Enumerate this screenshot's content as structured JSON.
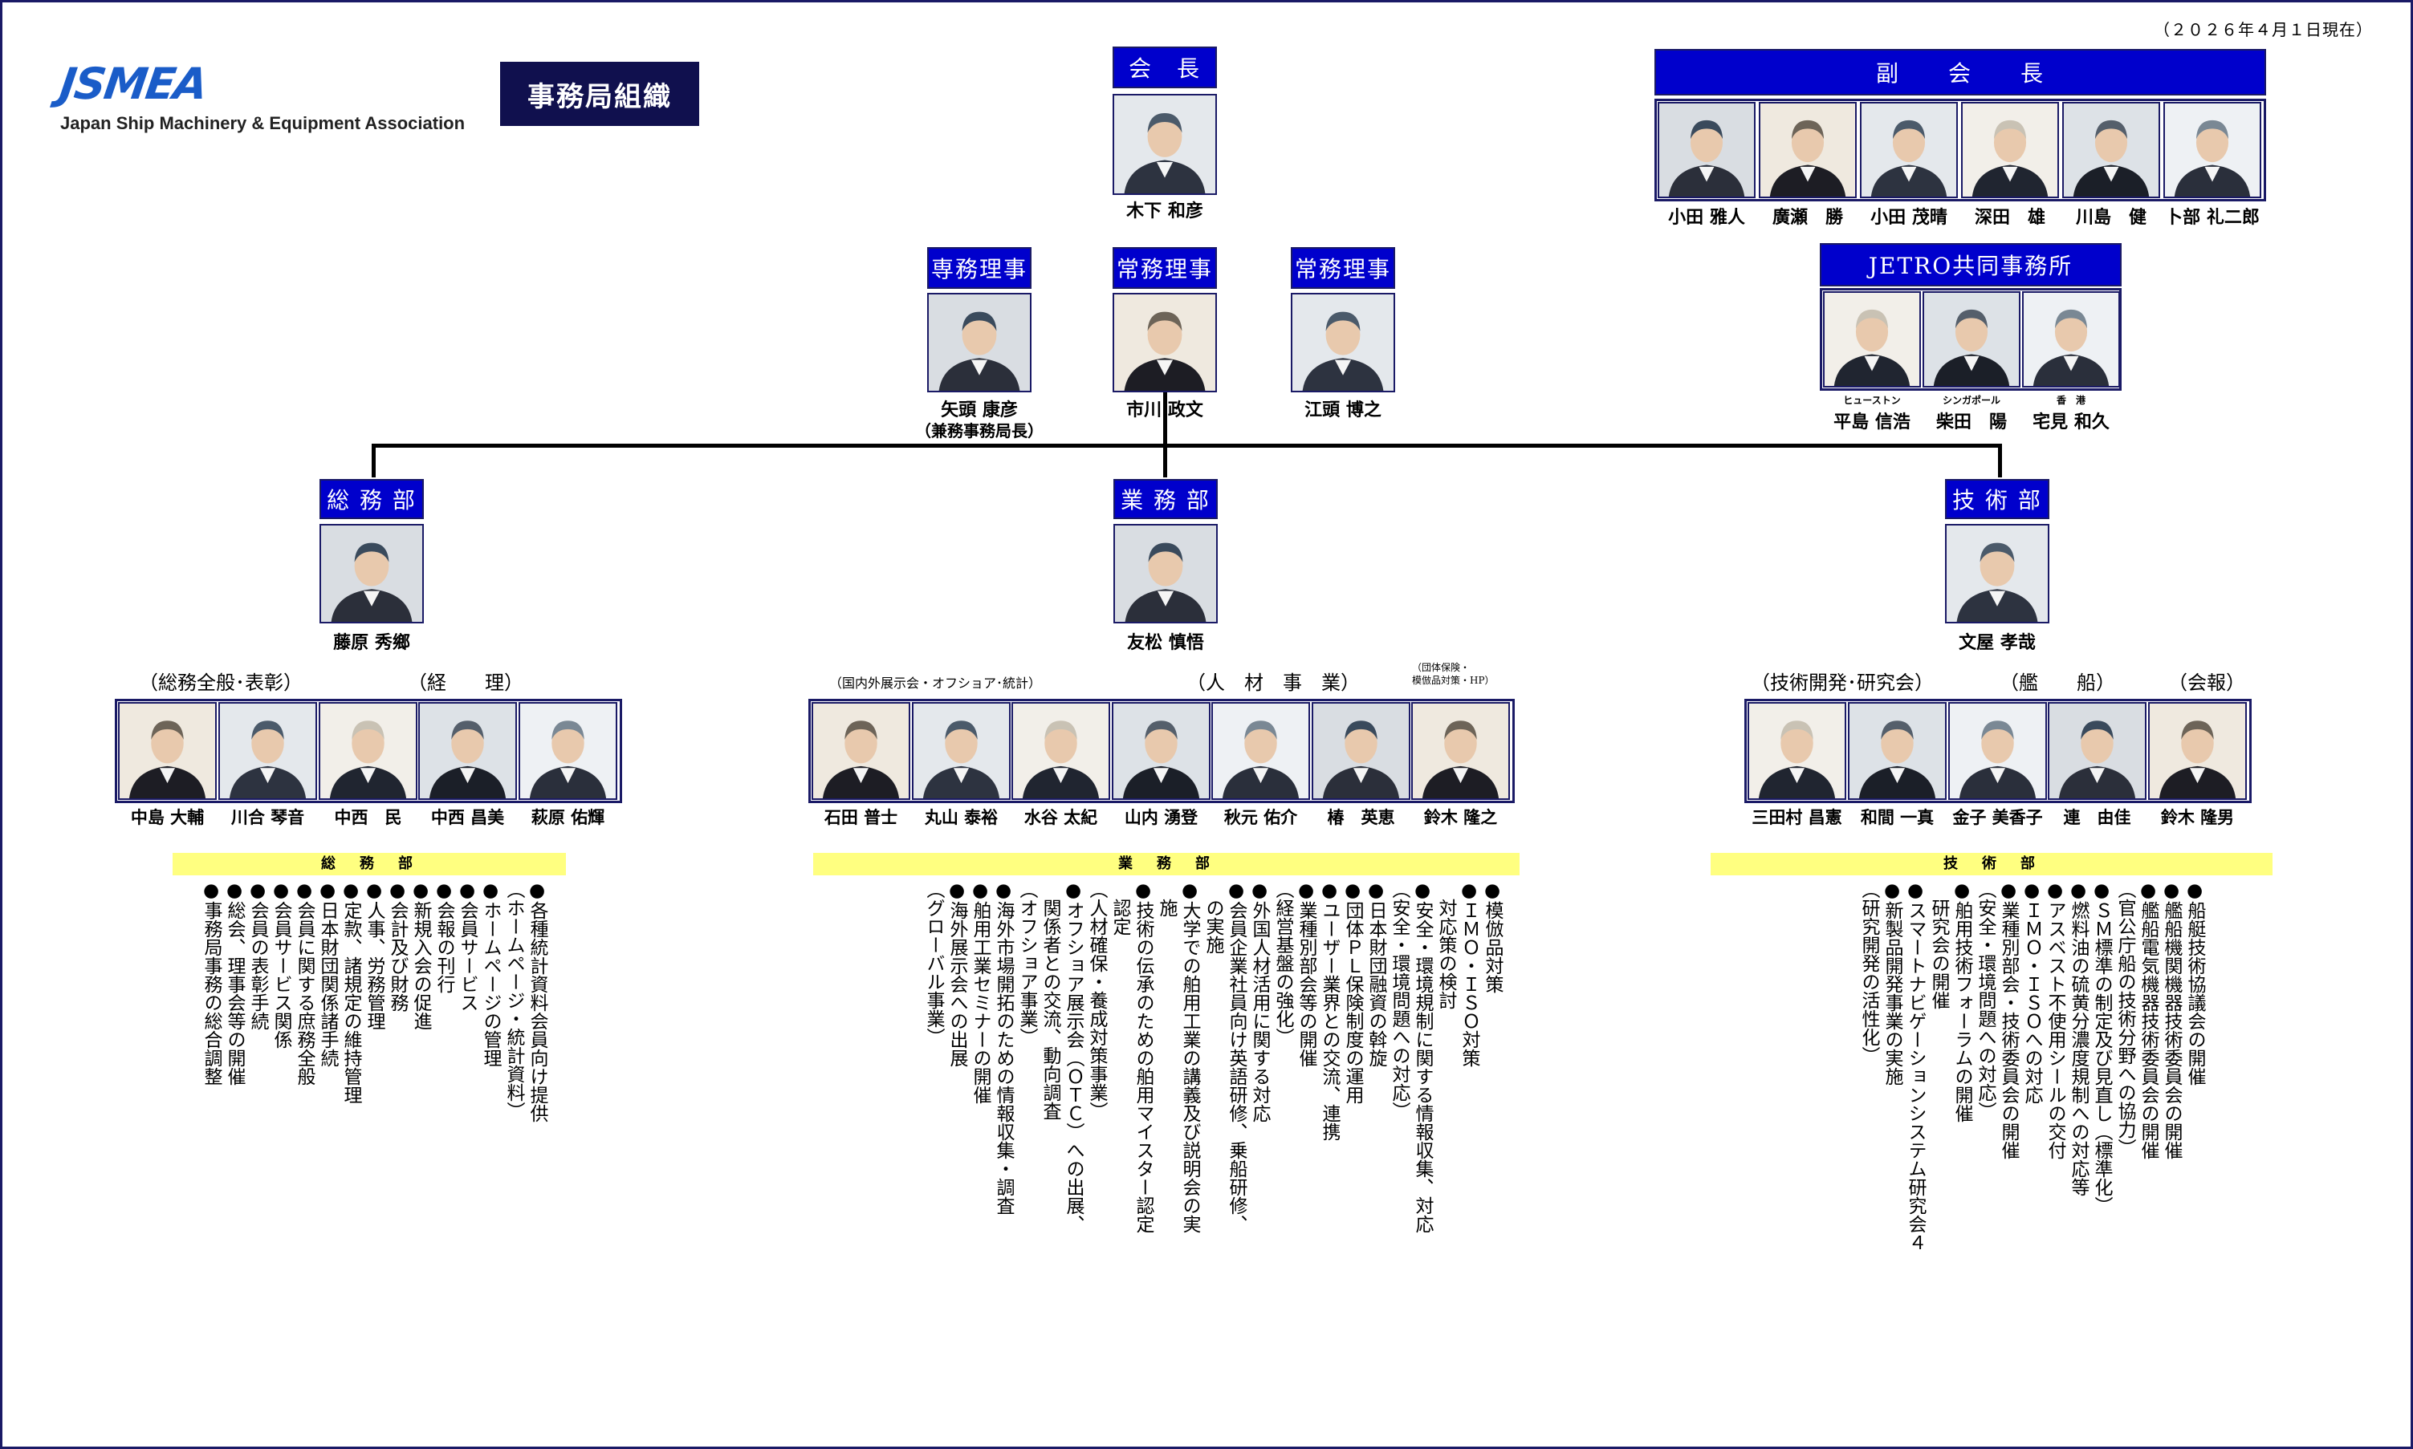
{
  "date": "（２０２６年４月１日現在）",
  "logo": {
    "mark": "JSMEA",
    "subtitle": "Japan Ship Machinery & Equipment Association"
  },
  "org_title": "事務局組織",
  "chairman": {
    "role": "会　長",
    "name": "木下 和彦"
  },
  "vice_chairmen": {
    "role": "副　　会　　長",
    "names": [
      "小田 雅人",
      "廣瀬　勝",
      "小田 茂晴",
      "深田　雄",
      "川島　健",
      "卜部 礼二郎"
    ]
  },
  "executives": [
    {
      "role": "専務理事",
      "name": "矢頭 康彦",
      "note": "（兼務事務局長）"
    },
    {
      "role": "常務理事",
      "name": "市川 政文"
    },
    {
      "role": "常務理事",
      "name": "江頭 博之"
    }
  ],
  "jetro": {
    "role": "JETRO共同事務所",
    "members": [
      {
        "location": "ヒューストン",
        "name": "平島 信浩"
      },
      {
        "location": "シンガポール",
        "name": "柴田　陽"
      },
      {
        "location": "香　港",
        "name": "宅見 和久"
      }
    ]
  },
  "departments": [
    {
      "role": "総 務 部",
      "head": "藤原 秀鄉",
      "groups": [
        "（総務全般･表彰）",
        "（経　　理）"
      ],
      "staff": [
        "中島 大輔",
        "川合 琴音",
        "中西　民",
        "中西 昌美",
        "萩原 佑輝"
      ],
      "bar": "総　務　部",
      "tasks": [
        "●各種統計資料会員向け提供",
        "（ホームページ・統計資料）",
        "●ホームページの管理",
        "●会員サービス",
        "●会報の刊行",
        "●新規入会の促進",
        "●会計及び財務",
        "●人事、労務管理",
        "●定款、諸規定の維持管理",
        "●日本財団関係諸手続",
        "●会員に関する庶務全般",
        "●会員サービス関係",
        "●会員の表彰手続",
        "●総会、理事会等の開催",
        "●事務局事務の総合調整"
      ]
    },
    {
      "role": "業 務 部",
      "head": "友松 慎悟",
      "groups": [
        "（国内外展示会・オフショア･統計）",
        "（人　材　事　業）",
        "（団体保険・",
        "模倣品対策・HP）"
      ],
      "staff": [
        "石田 普士",
        "丸山 泰裕",
        "水谷 太紀",
        "山内 湧登",
        "秋元 佑介",
        "椿　英恵",
        "鈴木 隆之"
      ],
      "bar": "業　務　部",
      "tasks": [
        "●模倣品対策",
        "●ＩＭＯ・ＩＳＯ対策",
        "　対応策の検討",
        "●安全・環境規制に関する情報収集、対応",
        "（安全・環境問題への対応）",
        "●日本財団融資の斡旋",
        "●団体ＰＬ保険制度の運用",
        "●ユーザー業界との交流、連携",
        "●業種別部会等の開催",
        "（経営基盤の強化）",
        "●外国人材活用に関する対応",
        "●会員企業社員向け英語研修、乗船研修、",
        "　の実施",
        "●大学での舶用工業の講義及び説明会の実",
        "　施",
        "●技術の伝承のための舶用マイスター認定",
        "　認定",
        "（人材確保・養成対策事業）",
        "●オフショア展示会（ＯＴＣ）への出展、",
        "　関係者との交流、動向調査",
        "（オフショア事業）",
        "●海外市場開拓のための情報収集・調査",
        "●舶用工業セミナーの開催",
        "●海外展示会への出展",
        "（グローバル事業）"
      ]
    },
    {
      "role": "技 術 部",
      "head": "文屋 孝哉",
      "groups": [
        "（技術開発･研究会）",
        "（艦　　船）",
        "（会報）"
      ],
      "staff": [
        "三田村 昌憲",
        "和間 一真",
        "金子 美香子",
        "連　由佳",
        "鈴木 隆男"
      ],
      "bar": "技　術　部",
      "tasks": [
        "●船艇技術協議会の開催",
        "●艦船機関機器技術委員会の開催",
        "●艦船電気機器技術委員会の開催",
        "（官公庁船の技術分野への協力）",
        "●ＳＭ標準の制定及び見直し（標準化）",
        "●燃料油の硫黄分濃度規制への対応等",
        "●アスベスト不使用シールの交付",
        "●ＩＭＯ・ＩＳＯへの対応",
        "●業種別部会・技術委員会の開催",
        "（安全・環境問題への対応）",
        "●舶用技術フォーラムの開催",
        "　研究会の開催",
        "●スマートナビゲーションシステム研究会４",
        "●新製品開発事業の実施",
        "（研究開発の活性化）"
      ]
    }
  ]
}
